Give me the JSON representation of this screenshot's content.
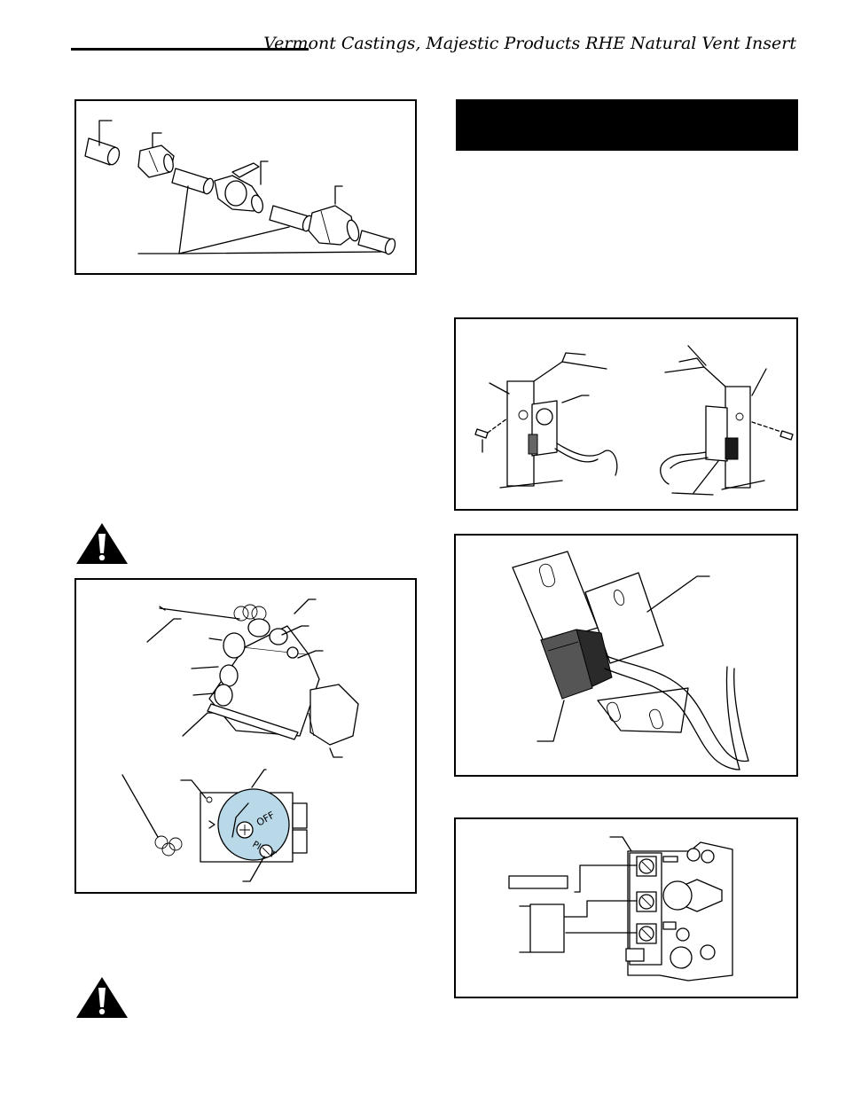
{
  "header": {
    "title": "Vermont Castings, Majestic Products RHE Natural Vent Insert"
  },
  "figures": {
    "gas_fittings": {},
    "valve": {
      "dial_off": "OFF",
      "dial_pilot": "PILOT"
    },
    "switch_mount": {},
    "switch_closeup": {},
    "terminal": {}
  },
  "colors": {
    "dial_fill": "#b9d9e8",
    "switch_dark": "#2a2a2a"
  }
}
